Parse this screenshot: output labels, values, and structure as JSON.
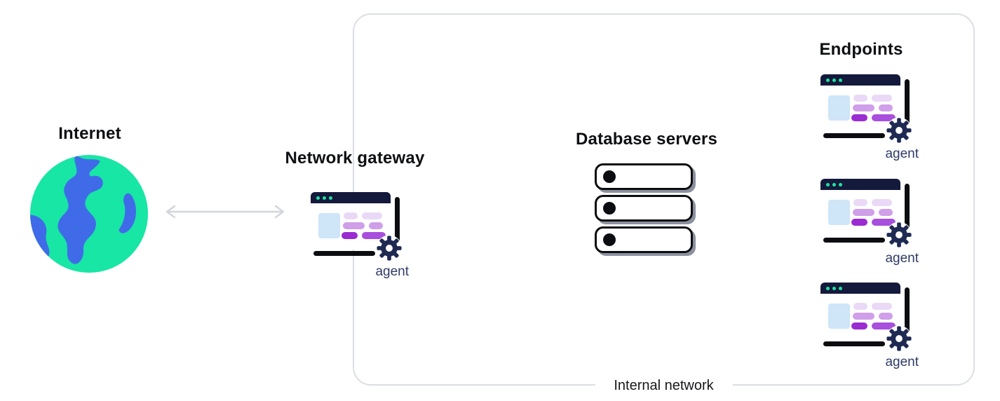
{
  "diagram_title": "",
  "colors": {
    "navy": "#141a3c",
    "navy_gear": "#1e2a52",
    "agent_text": "#2e3b66",
    "globe_green": "#18e6a4",
    "globe_blue": "#3f6be8",
    "light_blue": "#cfe5f8",
    "purple_light": "#ead9f6",
    "purple_mid": "#cf9fe9",
    "purple_dark": "#9a2cd1",
    "purple_dark2": "#a84fdd",
    "box_border": "#dbdee5",
    "arrow_gray": "#d2d5dc",
    "server_shadow": "#8b919e",
    "dot_green": "#1fe3a1"
  },
  "icons": {
    "internet": "globe-icon",
    "link": "bidirectional-arrow-icon",
    "agent_window": "browser-window-icon",
    "settings": "gear-icon",
    "server": "server-rack-icon"
  },
  "internet": {
    "label": "Internet"
  },
  "gateway": {
    "label": "Network gateway",
    "agent_label": "agent"
  },
  "internal_network": {
    "label": "Internal network"
  },
  "database_servers": {
    "label": "Database servers",
    "count": 3
  },
  "endpoints": {
    "label": "Endpoints",
    "items": [
      {
        "agent_label": "agent"
      },
      {
        "agent_label": "agent"
      },
      {
        "agent_label": "agent"
      }
    ]
  }
}
